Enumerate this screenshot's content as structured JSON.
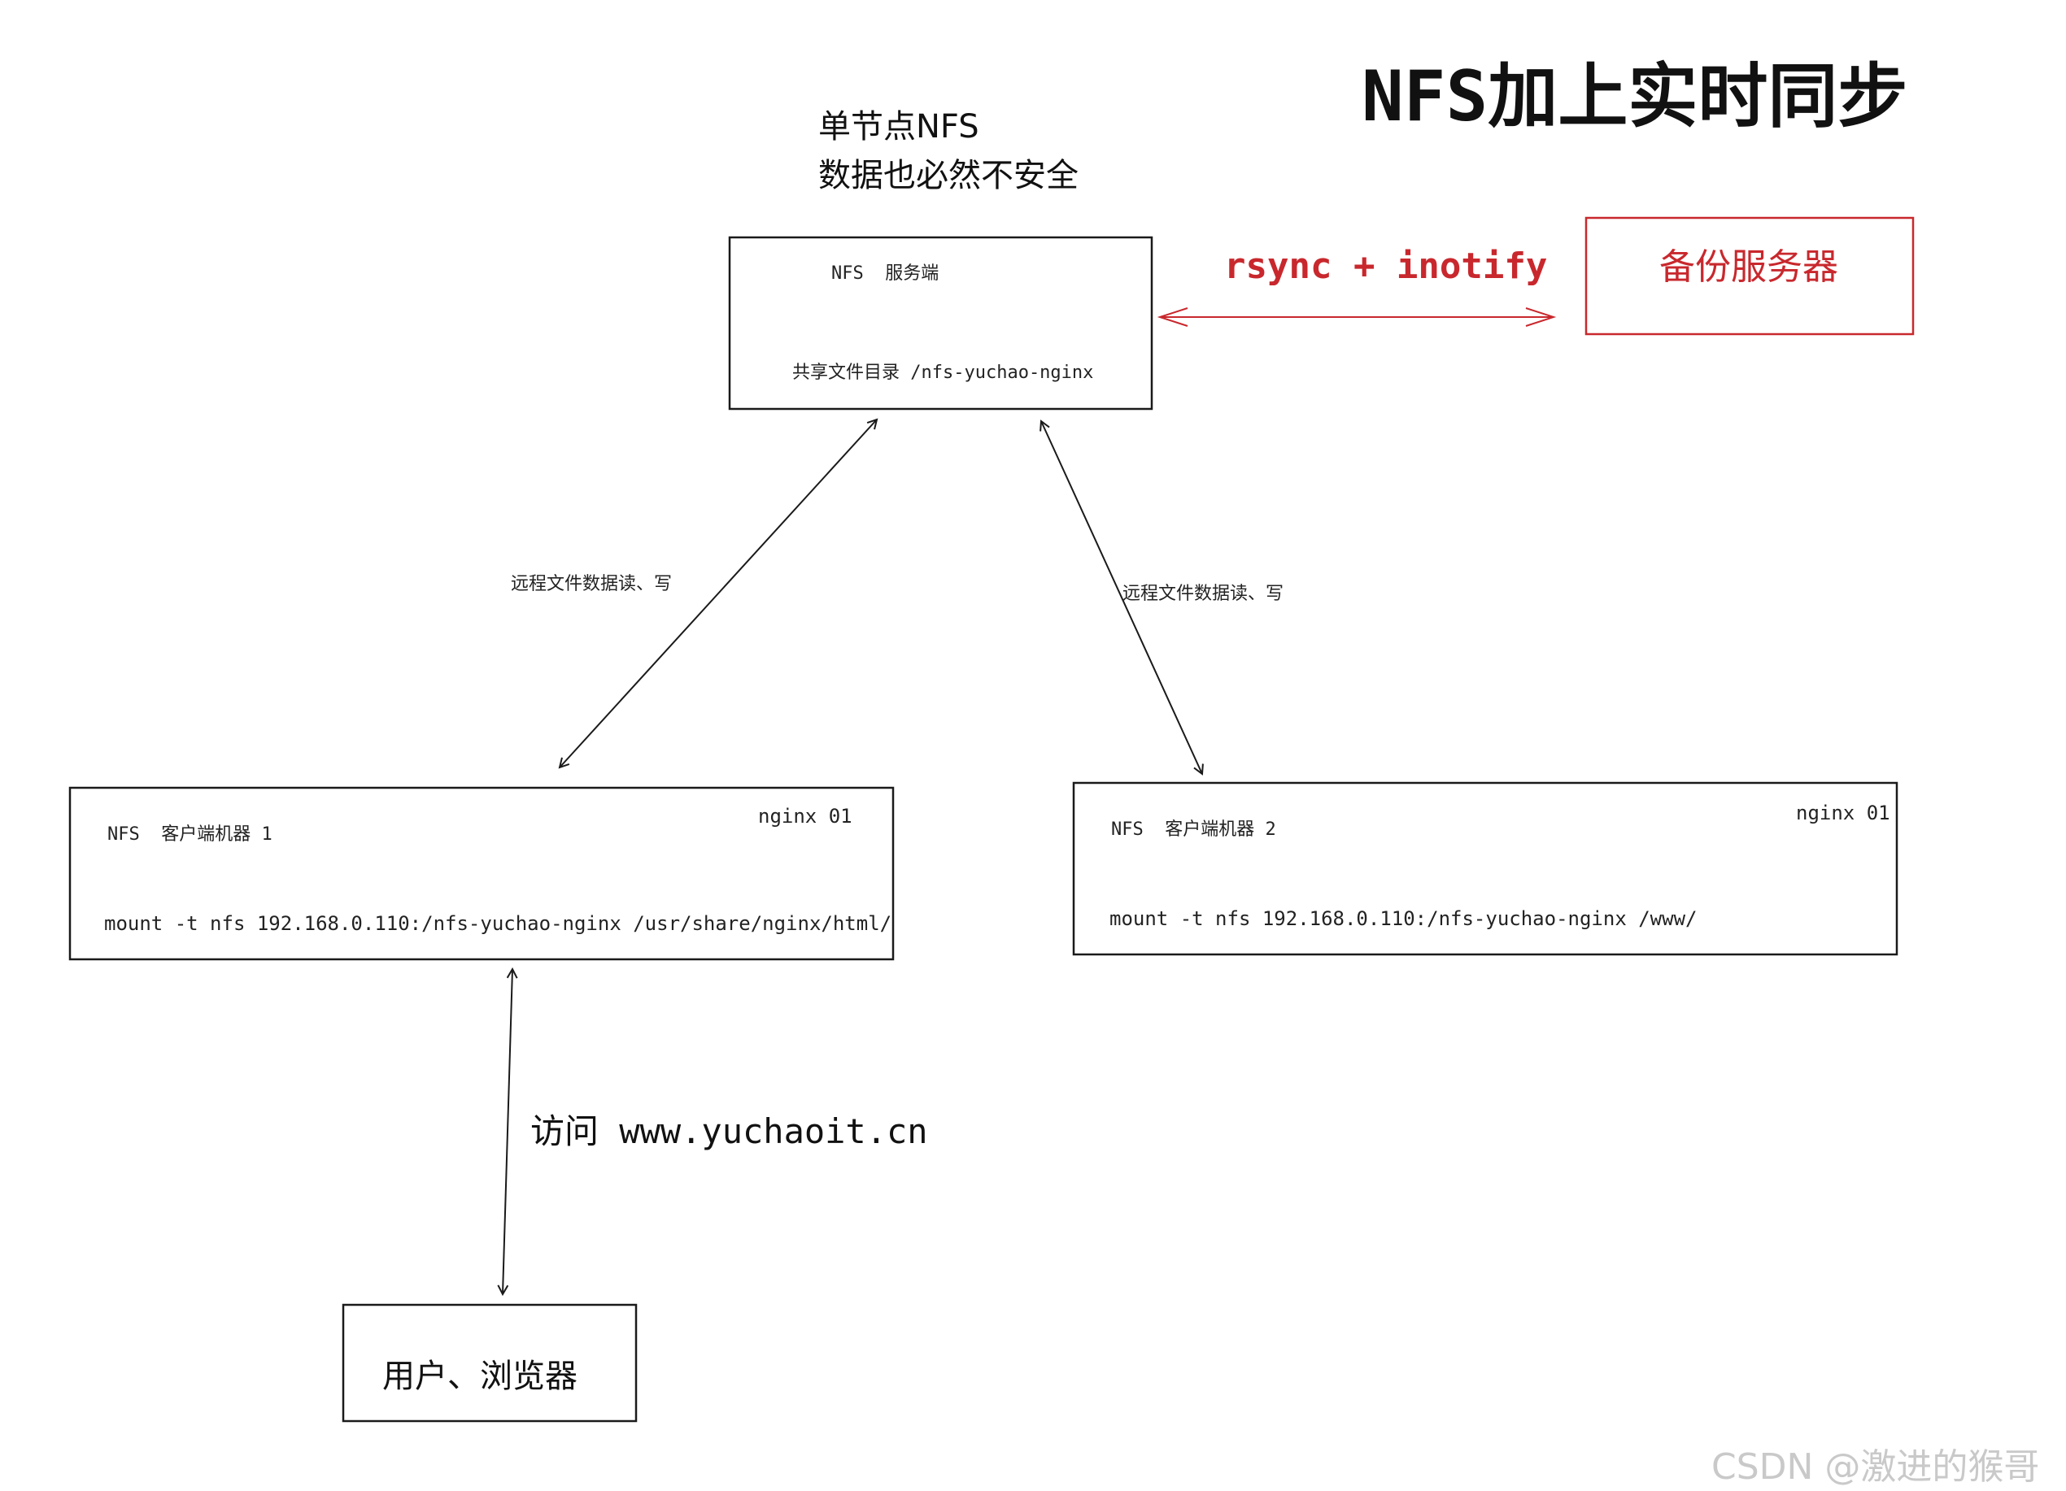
{
  "title": "NFS加上实时同步",
  "note": {
    "line1": "单节点NFS",
    "line2": "数据也必然不安全"
  },
  "server": {
    "name": "NFS  服务端",
    "share_dir": "共享文件目录 /nfs-yuchao-nginx"
  },
  "sync": {
    "label": "rsync + inotify",
    "backup_label": "备份服务器"
  },
  "client1": {
    "name": "NFS  客户端机器 1",
    "tag": "nginx 01",
    "mount": "mount -t nfs 192.168.0.110:/nfs-yuchao-nginx /usr/share/nginx/html/"
  },
  "client2": {
    "name": "NFS  客户端机器 2",
    "tag": "nginx 01",
    "mount": "mount -t nfs 192.168.0.110:/nfs-yuchao-nginx /www/"
  },
  "edges": {
    "left": "远程文件数据读、写",
    "right": "远程文件数据读、写"
  },
  "access": "访问 www.yuchaoit.cn",
  "user_box": "用户、浏览器",
  "watermark": "CSDN @激进的猴哥",
  "colors": {
    "accent_red": "#c8282d",
    "ink": "#1a1a1a"
  }
}
